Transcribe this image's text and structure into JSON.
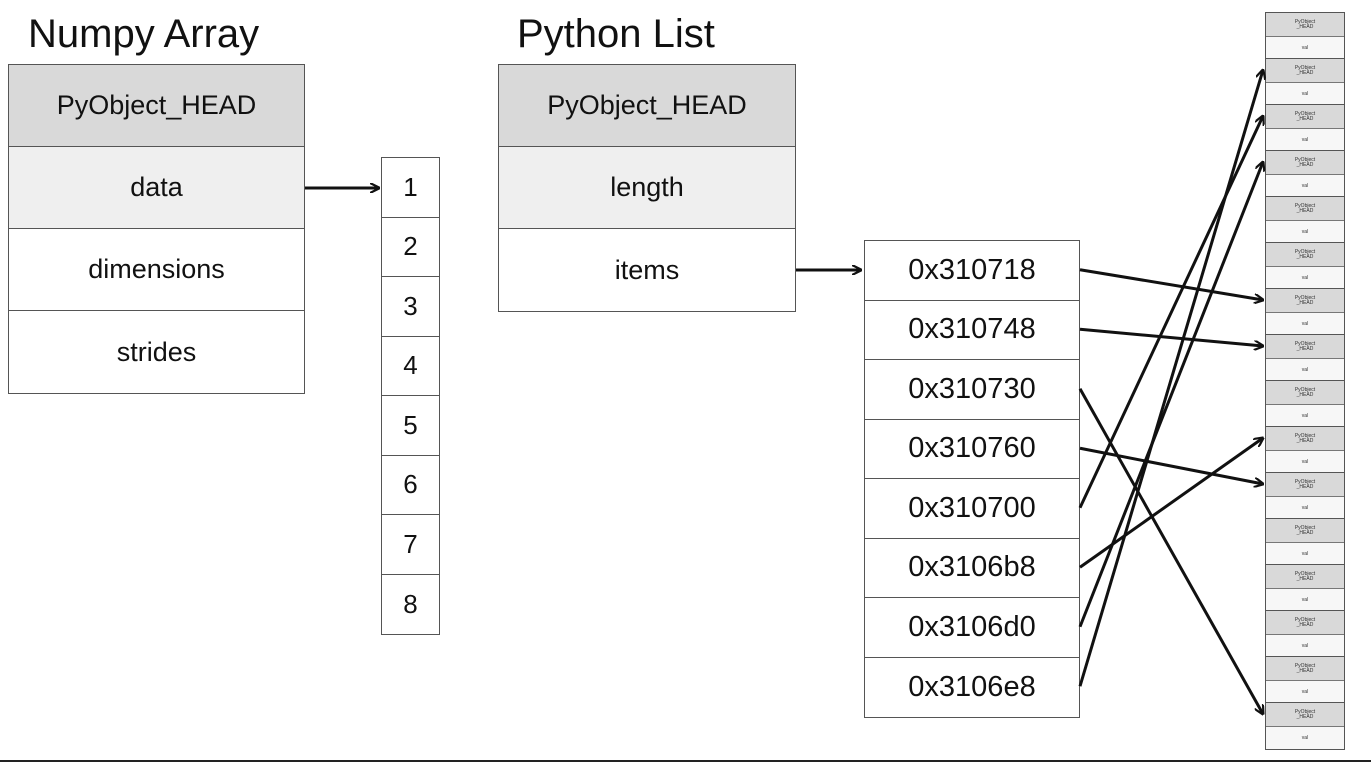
{
  "numpy_array": {
    "title": "Numpy Array",
    "fields": [
      "PyObject_HEAD",
      "data",
      "dimensions",
      "strides"
    ]
  },
  "data_buffer": {
    "values": [
      "1",
      "2",
      "3",
      "4",
      "5",
      "6",
      "7",
      "8"
    ]
  },
  "python_list": {
    "title": "Python List",
    "fields": [
      "PyObject_HEAD",
      "length",
      "items"
    ]
  },
  "item_pointers": {
    "addresses": [
      "0x310718",
      "0x310748",
      "0x310730",
      "0x310760",
      "0x310700",
      "0x3106b8",
      "0x3106d0",
      "0x3106e8"
    ]
  },
  "heap_objects": {
    "head_label": "PyObject\n_HEAD",
    "value_label": "val",
    "count": 16
  },
  "pointer_targets": [
    6,
    7,
    15,
    10,
    2,
    9,
    3,
    1
  ],
  "colors": {
    "header_fill": "#d9d9d9",
    "data_fill": "#efefef",
    "border": "#555555",
    "arrow": "#111111"
  }
}
